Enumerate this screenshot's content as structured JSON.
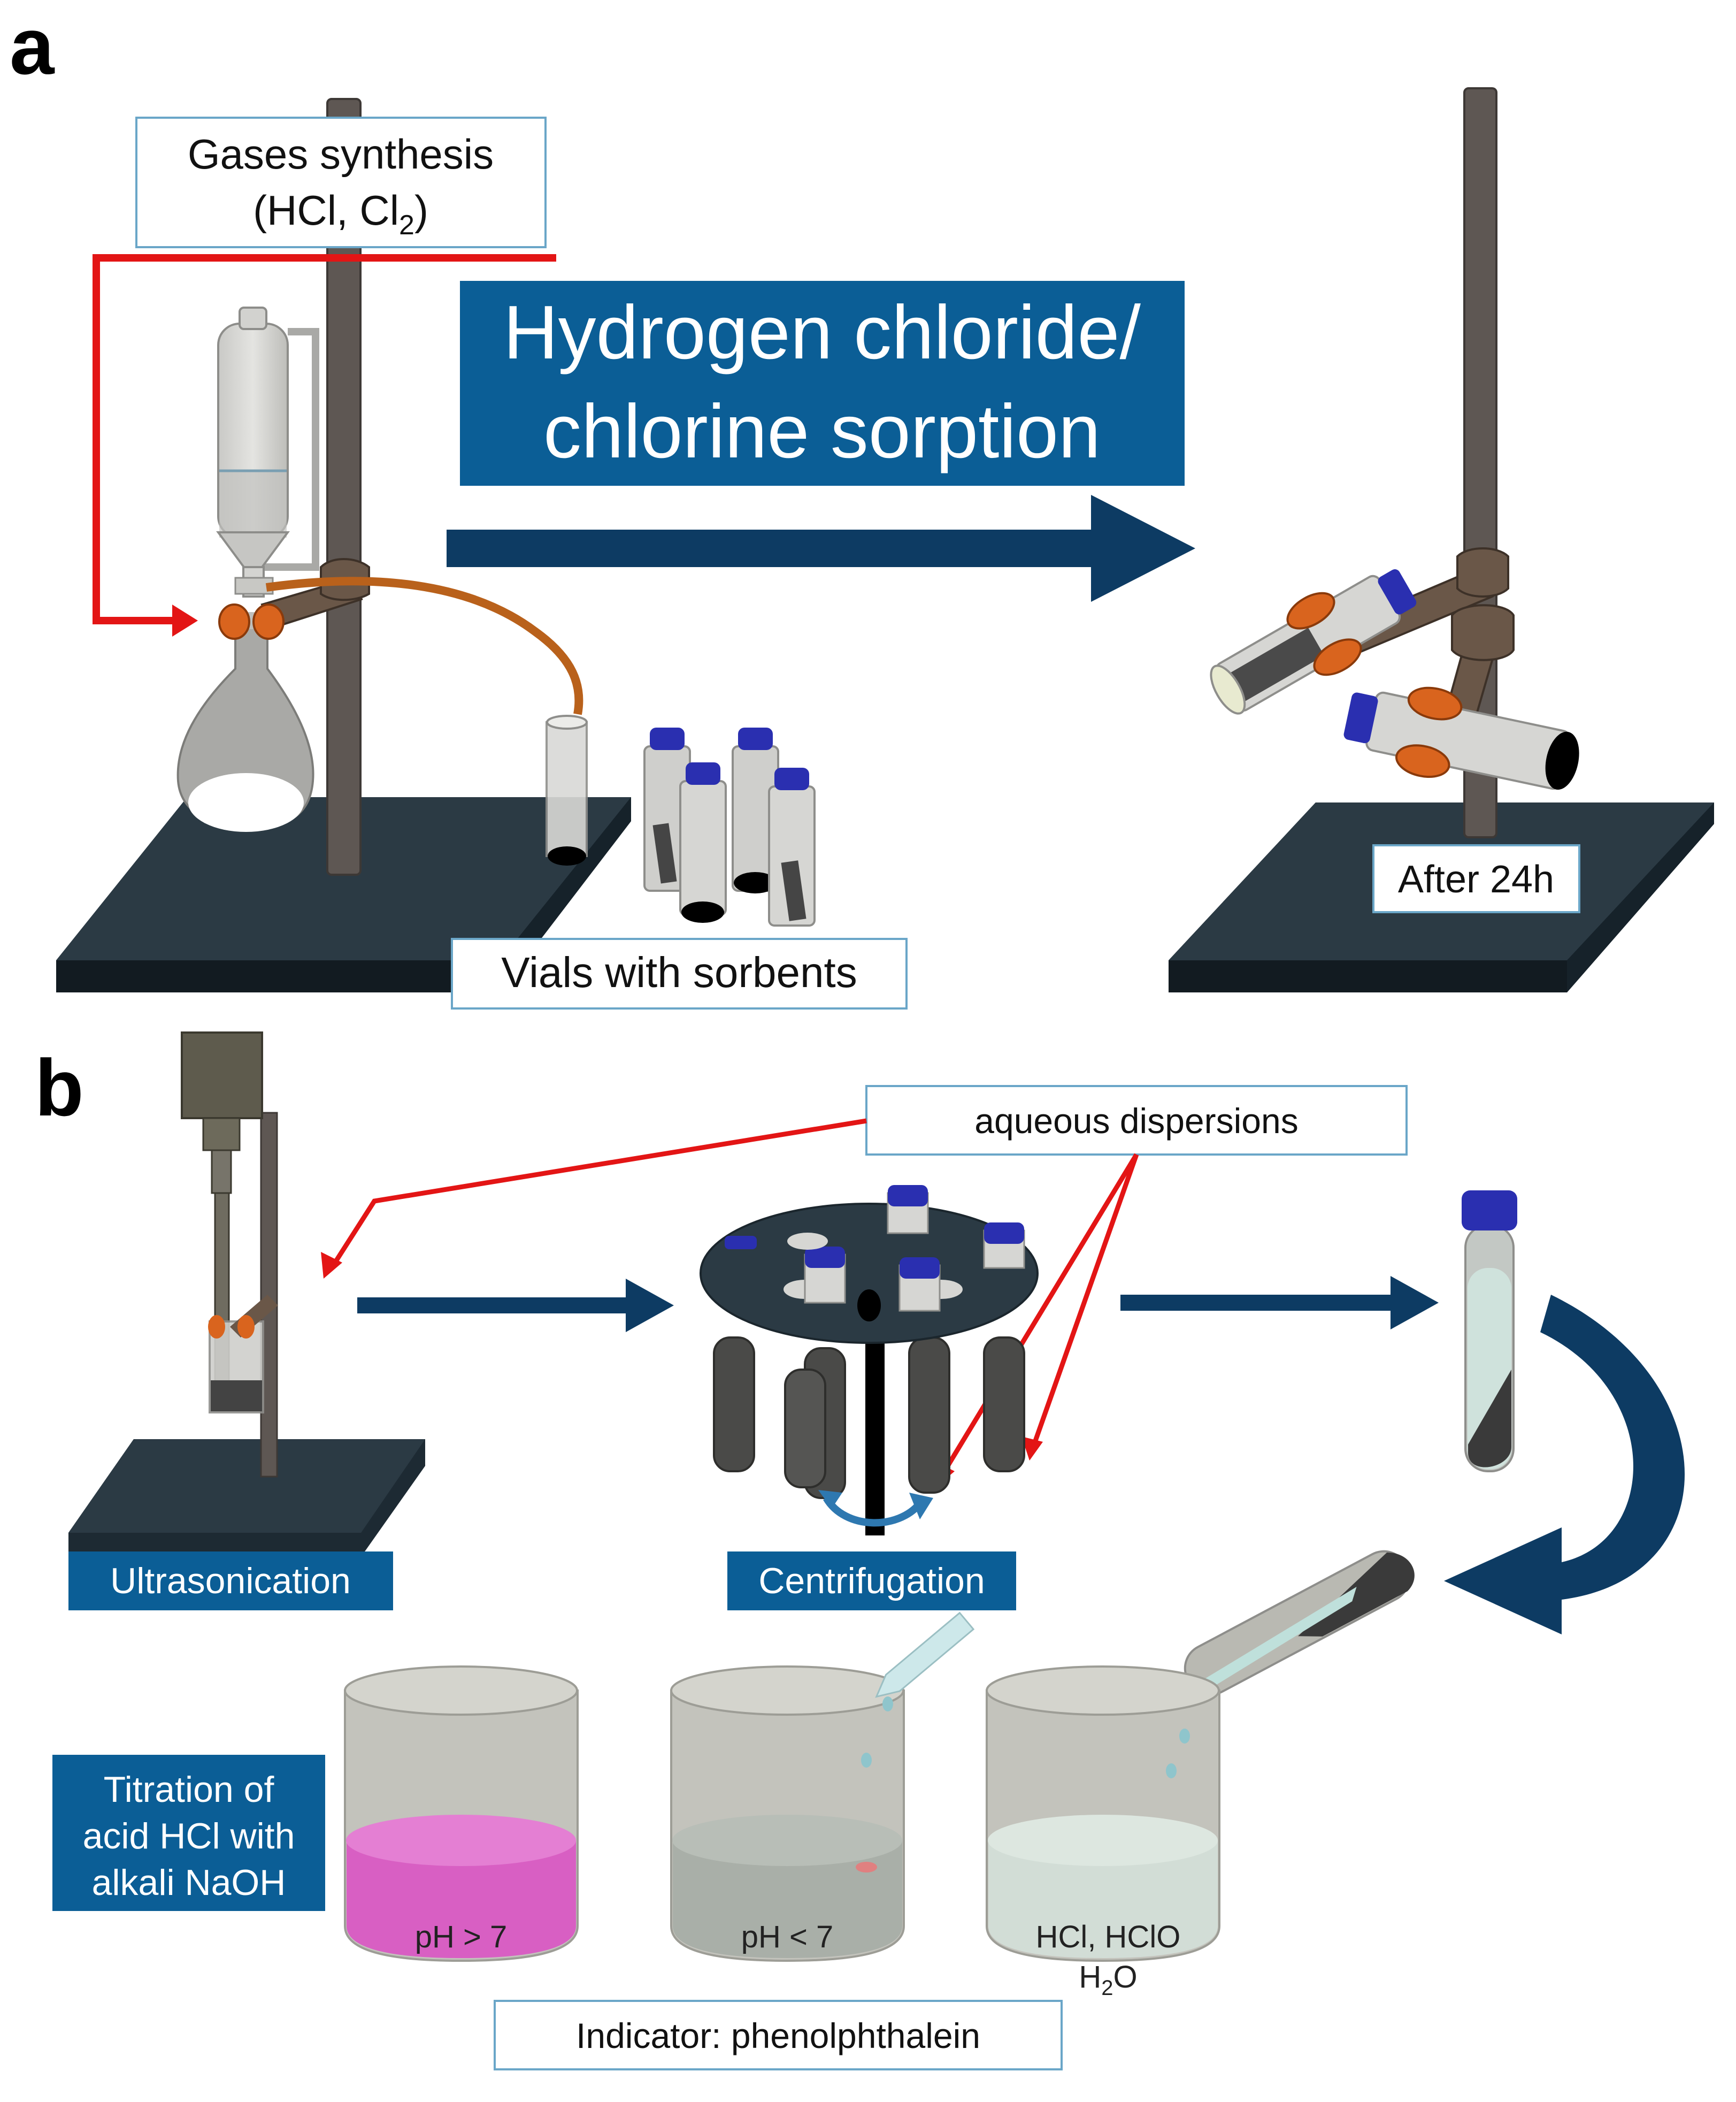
{
  "panel_a": {
    "letter": "a",
    "gas_box": {
      "line1": "Gases synthesis",
      "line2_prefix": "(HCl, Cl",
      "line2_sub": "2",
      "line2_suffix": ")"
    },
    "sorption_title": {
      "line1": "Hydrogen chloride/",
      "line2": "chlorine sorption"
    },
    "vials_label": "Vials with sorbents",
    "after_label": "After 24h"
  },
  "panel_b": {
    "letter": "b",
    "aqueous_label": "aqueous dispersions",
    "ultrasonication_label": "Ultrasonication",
    "centrifugation_label": "Centrifugation",
    "titration_label": {
      "line1": "Titration of",
      "line2": "acid HCl with",
      "line3": "alkali NaOH"
    },
    "beaker_ph_high": "pH > 7",
    "beaker_ph_low": "pH < 7",
    "beaker_acid": {
      "line1": "HCl, HClO",
      "line2_prefix": "H",
      "line2_sub": "2",
      "line2_suffix": "O"
    },
    "indicator_label": "Indicator: phenolphthalein"
  },
  "colors": {
    "stand_base": "#2b3a44",
    "rod": "#5e5753",
    "accent_blue_box": "#0b5e96",
    "arrow_navy": "#0d3b63",
    "red_line": "#e31515",
    "orange_clamp": "#d9641e",
    "cap_blue": "#2a2fb0",
    "pink_solution": "#d85fc3"
  }
}
